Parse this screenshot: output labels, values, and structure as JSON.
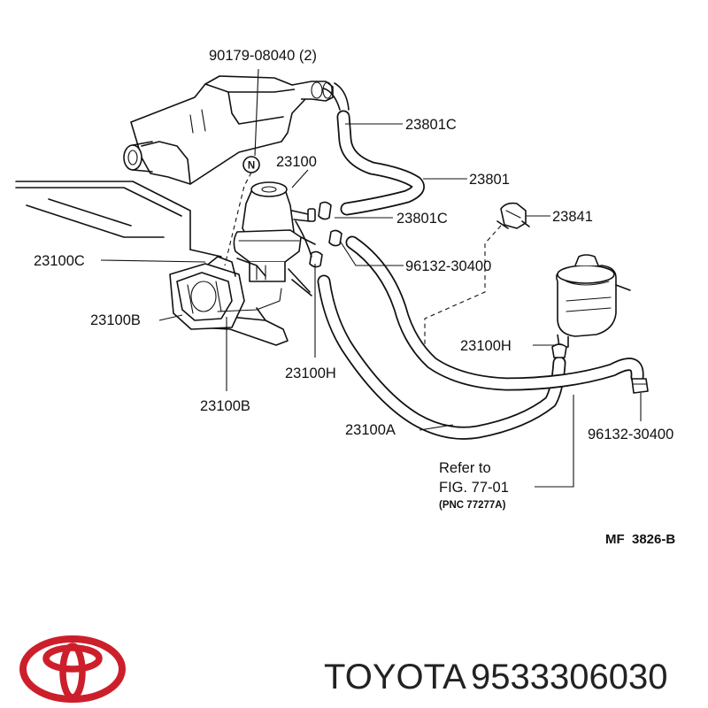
{
  "parts": {
    "p_90179": "90179-08040 (2)",
    "p_23801C_top": "23801C",
    "p_23100": "23100",
    "p_23801": "23801",
    "p_23801C_mid": "23801C",
    "p_23841": "23841",
    "p_23100C": "23100C",
    "p_96132_mid": "96132-30400",
    "p_23100B_left": "23100B",
    "p_23100H_right": "23100H",
    "p_23100H_bottom": "23100H",
    "p_96132_right": "96132-30400",
    "p_23100B_bottom": "23100B",
    "p_23100A": "23100A",
    "n_marker": "N"
  },
  "reference": {
    "line1": "Refer to",
    "line2": "FIG. 77-01",
    "line3": "(PNC 77277A)"
  },
  "diagram_code": "MF  3826-B",
  "footer": {
    "brand": "TOYOTA",
    "part_number": "9533306030",
    "logo_icon": "toyota-logo-icon",
    "logo_color": "#cc1f2b"
  }
}
